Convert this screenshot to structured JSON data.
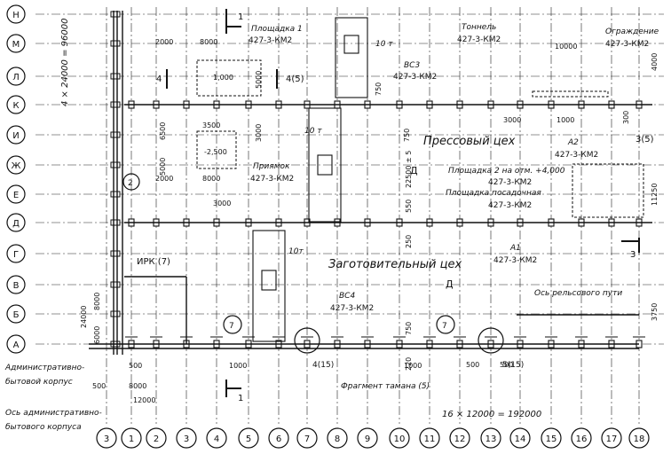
{
  "drawing": {
    "row_axes": [
      "Н",
      "М",
      "Л",
      "К",
      "И",
      "Ж",
      "Е",
      "Д",
      "Г",
      "В",
      "Б",
      "А"
    ],
    "col_axes": [
      "3",
      "1",
      "2",
      "3",
      "4",
      "5",
      "6",
      "7",
      "8",
      "9",
      "10",
      "11",
      "12",
      "13",
      "14",
      "15",
      "16",
      "17",
      "18"
    ],
    "vertical_total": "4 × 24000 = 96000",
    "horizontal_total": "16 × 12000 = 192000",
    "shop_press": "Прессовый цех",
    "shop_prep": "Заготовительный цех",
    "room_mark": "Д",
    "admin_building": "Административно-бытовой корпус",
    "admin_axis": "Ось административно-бытового корпуса",
    "ipk": "ИРК (7)",
    "platform1": {
      "title": "Площадка 1",
      "code": "427-3-КМ2",
      "dim1": "2000",
      "dim2": "8000",
      "dim3": "5000",
      "level": "1,000"
    },
    "pit": {
      "title": "Приямок",
      "code": "427-3-КМ2",
      "dim1": "3500",
      "dim2": "8000",
      "dim3": "2000",
      "level": "-2,500"
    },
    "tunnel": {
      "title": "Тоннель",
      "code": "427-3-КМ2",
      "dim": "10000"
    },
    "fence": {
      "title": "Ограждение",
      "code": "427-3-КМ2",
      "dim": "4000"
    },
    "vs3": {
      "title": "ВС3",
      "code": "427-3-КМ2"
    },
    "vs4": {
      "title": "ВС4",
      "code": "427-3-КМ2"
    },
    "a2": {
      "title": "А2",
      "code": "427-3-КМ2"
    },
    "a1": {
      "title": "А1",
      "code": "427-3-КМ2"
    },
    "platform2": {
      "title": "Площадка 2 на отм. +4,000",
      "code": "427-3-КМ2"
    },
    "platform_landing": {
      "title": "Площадка посадочная",
      "code": "427-3-КМ2"
    },
    "rail_axis": "Ось рельсового пути",
    "fragment": "Фрагмент тамана (5)",
    "crane_top": "10 т",
    "crane_mid": "10 т",
    "crane_low": "10т",
    "section_1": "1",
    "section_3": "3",
    "section_4": "4",
    "section_45": "4(5)",
    "section_35": "3(5)",
    "callout_415": "4(15)",
    "callout_515": "5(15)",
    "callout_7": "7",
    "dims": {
      "d500": "500",
      "d6000": "6000",
      "d12000": "12000",
      "d1000": "1000",
      "d24000": "24000",
      "d3000": "3000",
      "d6500": "6500",
      "d2000": "2000",
      "d22500": "22500 ± 5",
      "d750": "750",
      "d250": "250",
      "d550": "550",
      "d3750": "3750",
      "d11250": "11250",
      "d300": "300",
      "d3500": "3500",
      "d5000": "5000",
      "d4000": "4000",
      "d8000": "8000",
      "d220": "220"
    }
  }
}
